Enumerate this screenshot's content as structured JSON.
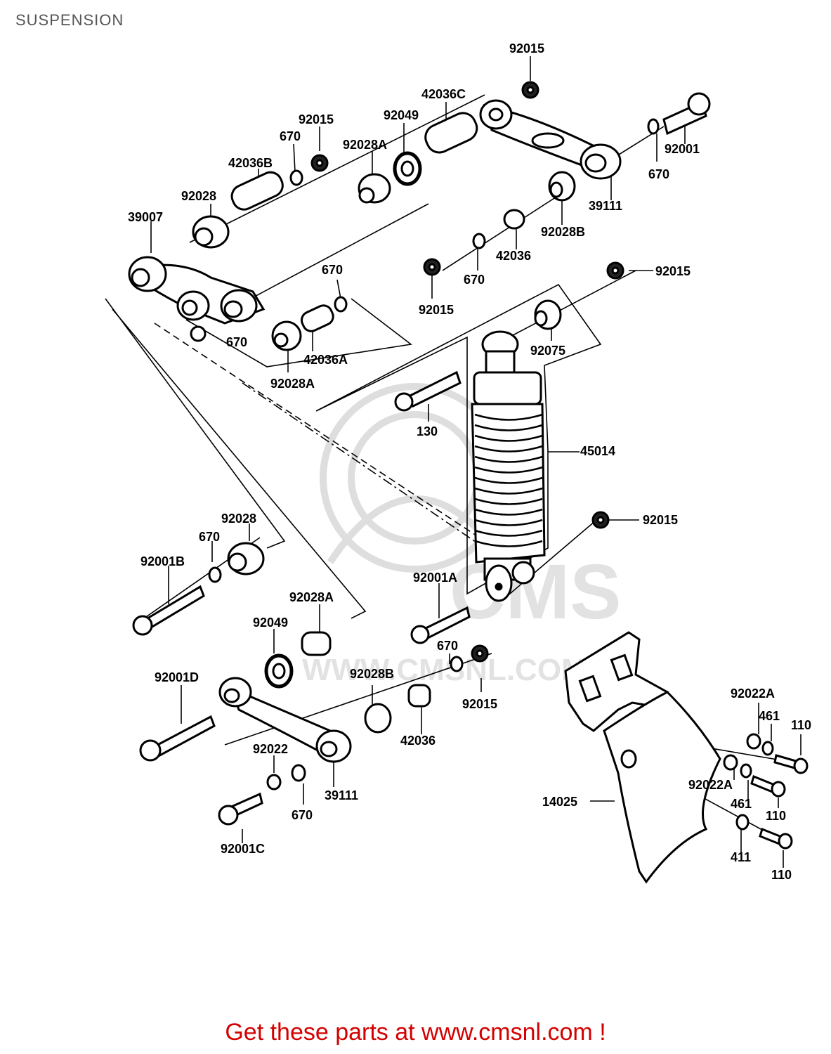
{
  "page": {
    "title": "SUSPENSION"
  },
  "footer": {
    "text": "Get these parts at www.cmsnl.com !",
    "color": "#d40000"
  },
  "watermark": {
    "text": "WWW.CMSNL.COM",
    "logo": "CMS"
  },
  "parts": {
    "p_92015_top": "92015",
    "p_42036C": "42036C",
    "p_92049_top": "92049",
    "p_92015_left": "92015",
    "p_670_a": "670",
    "p_92028A_top": "92028A",
    "p_42036B": "42036B",
    "p_92001": "92001",
    "p_92028_top": "92028",
    "p_670_right": "670",
    "p_39007": "39007",
    "p_39111_top": "39111",
    "p_92028B_top": "92028B",
    "p_42036_top": "42036",
    "p_670_b": "670",
    "p_670_c": "670",
    "p_92015_mid": "92015",
    "p_92015_r": "92015",
    "p_670_d": "670",
    "p_42036A": "42036A",
    "p_92075": "92075",
    "p_92028A_mid": "92028A",
    "p_130": "130",
    "p_45014": "45014",
    "p_92015_shock": "92015",
    "p_92028_low": "92028",
    "p_670_e": "670",
    "p_92001B": "92001B",
    "p_92001A": "92001A",
    "p_92028A_low": "92028A",
    "p_92049_low": "92049",
    "p_670_f": "670",
    "p_92001D": "92001D",
    "p_92028B_low": "92028B",
    "p_92015_low": "92015",
    "p_92022A_a": "92022A",
    "p_461_a": "461",
    "p_110_a": "110",
    "p_42036_low": "42036",
    "p_92022": "92022",
    "p_39111_low": "39111",
    "p_670_g": "670",
    "p_92022A_b": "92022A",
    "p_461_b": "461",
    "p_14025": "14025",
    "p_110_b": "110",
    "p_92001C": "92001C",
    "p_411": "411",
    "p_110_c": "110"
  }
}
